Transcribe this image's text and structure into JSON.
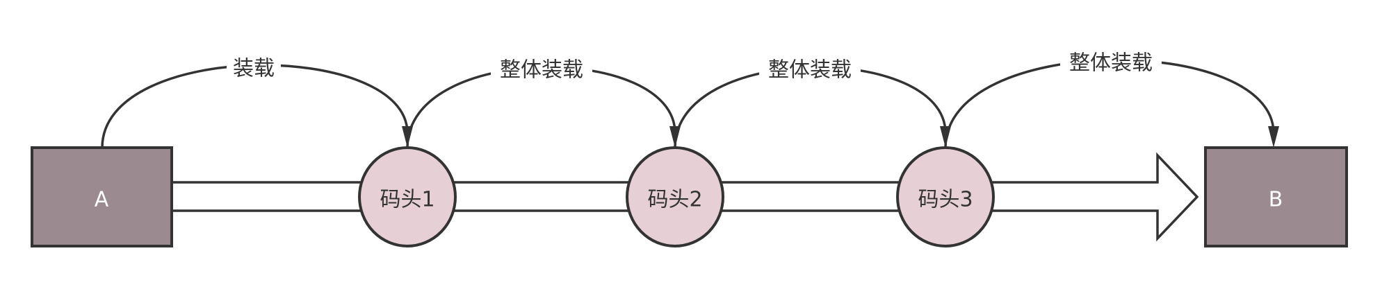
{
  "nodes": {
    "a": {
      "label": "A"
    },
    "b": {
      "label": "B"
    },
    "docks": [
      {
        "label": "码头1"
      },
      {
        "label": "码头2"
      },
      {
        "label": "码头3"
      }
    ]
  },
  "edges": [
    {
      "label": "装载"
    },
    {
      "label": "整体装载"
    },
    {
      "label": "整体装载"
    },
    {
      "label": "整体装载"
    }
  ],
  "colors": {
    "box_fill": "#9b8b90",
    "dock_fill": "#e6d0d6",
    "stroke": "#333333"
  }
}
